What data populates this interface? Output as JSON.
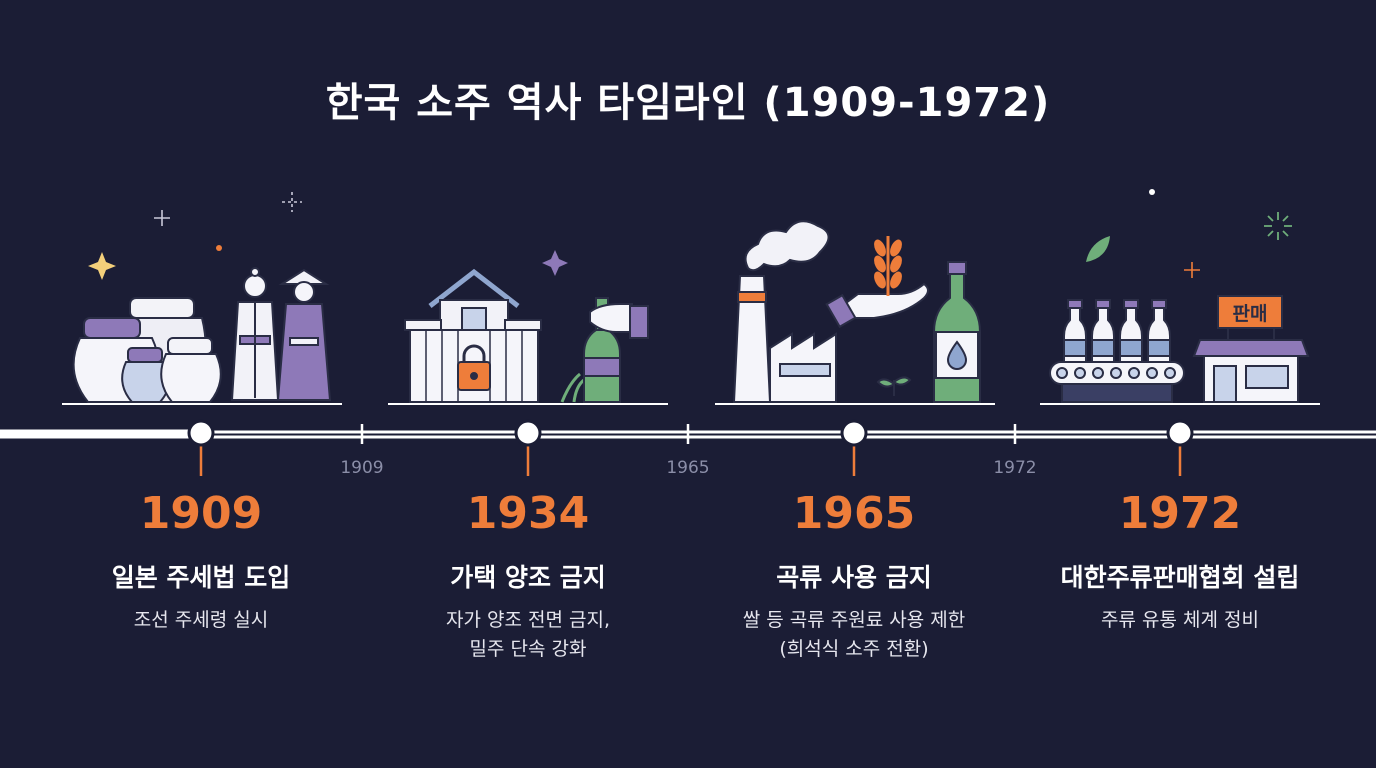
{
  "title": "한국 소주 역사 타임라인 (1909-1972)",
  "tick_labels": [
    "1909",
    "1965",
    "1972"
  ],
  "events": [
    {
      "year": "1909",
      "title": "일본 주세법 도입",
      "desc": "조선 주세령 실시"
    },
    {
      "year": "1934",
      "title": "가택 양조 금지",
      "desc": "자가 양조 전면 금지,\n밀주 단속 강화"
    },
    {
      "year": "1965",
      "title": "곡류 사용 금지",
      "desc": "쌀 등 곡류 주원료 사용 제한\n(희석식 소주 전환)"
    },
    {
      "year": "1972",
      "title": "대한주류판매협회 설립",
      "desc": "주류 유통 체계 정비"
    }
  ],
  "shop_sign": "판매",
  "colors": {
    "background": "#1b1d35",
    "accent_orange": "#ee7d3a",
    "purple": "#8e79b8",
    "green": "#6fae7a",
    "blue": "#8fa6cf"
  },
  "icons": [
    "sparkle-icon",
    "onggi-jars-icon",
    "joseon-people-icon",
    "locked-house-icon",
    "bottle-hand-icon",
    "factory-icon",
    "grain-hand-icon",
    "soju-bottle-icon",
    "conveyor-bottles-icon",
    "shop-icon",
    "leaf-icon"
  ]
}
